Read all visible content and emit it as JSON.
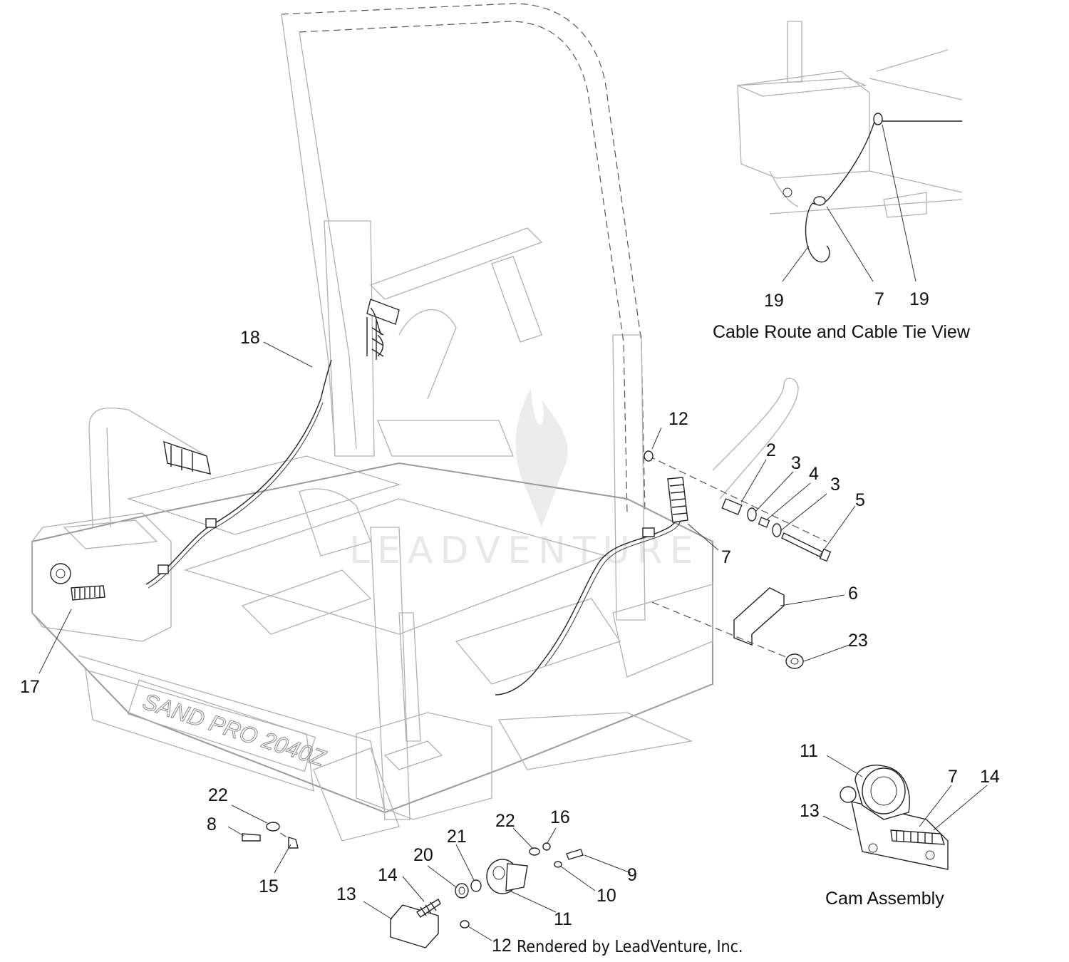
{
  "captions": {
    "cable_route_view": "Cable Route and Cable Tie View",
    "cam_assembly": "Cam Assembly"
  },
  "credit": "Rendered by LeadVenture, Inc.",
  "watermark": "LEADVENTURE",
  "frame_decal": "SAND PRO 2040Z",
  "callouts": {
    "c19a": "19",
    "c7a": "7",
    "c19b": "19",
    "c18": "18",
    "c12a": "12",
    "c2": "2",
    "c3a": "3",
    "c4": "4",
    "c3b": "3",
    "c5": "5",
    "c7b": "7",
    "c6": "6",
    "c23": "23",
    "c17": "17",
    "c11a": "11",
    "c7c": "7",
    "c14a": "14",
    "c13a": "13",
    "c22a": "22",
    "c8": "8",
    "c15": "15",
    "c22b": "22",
    "c16": "16",
    "c21": "21",
    "c20": "20",
    "c14b": "14",
    "c13b": "13",
    "c9": "9",
    "c10": "10",
    "c11b": "11",
    "c12b": "12"
  }
}
